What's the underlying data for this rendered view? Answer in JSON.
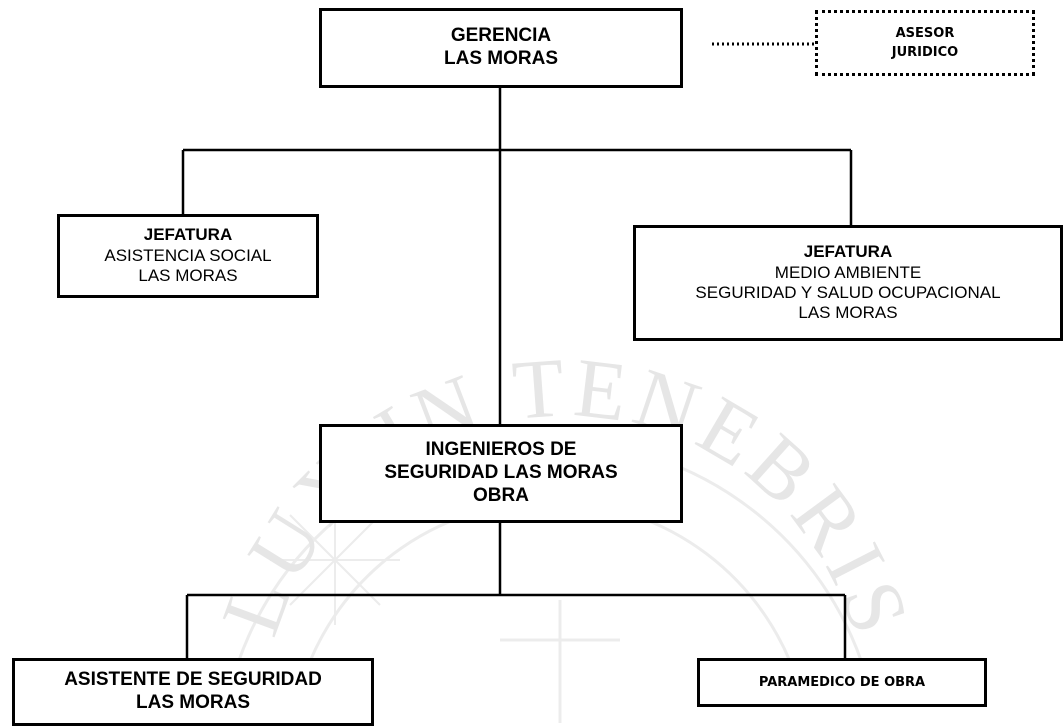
{
  "diagram": {
    "gerencia": {
      "lines": [
        "GERENCIA",
        "LAS MORAS"
      ]
    },
    "asesor": {
      "lines": [
        "ASESOR",
        "JURIDICO"
      ]
    },
    "jefatura_social": {
      "title": "JEFATURA",
      "lines": [
        "ASISTENCIA SOCIAL",
        "LAS MORAS"
      ]
    },
    "jefatura_ambiente": {
      "title": "JEFATURA",
      "lines": [
        "MEDIO AMBIENTE",
        "SEGURIDAD Y SALUD OCUPACIONAL",
        "LAS MORAS"
      ]
    },
    "ingenieros": {
      "lines": [
        "INGENIEROS DE",
        "SEGURIDAD LAS MORAS",
        "OBRA"
      ]
    },
    "asistente": {
      "lines": [
        "ASISTENTE DE SEGURIDAD",
        "LAS MORAS"
      ]
    },
    "paramedico": {
      "label": "PARAMEDICO DE OBRA"
    }
  },
  "watermark": {
    "text": "LUX IN TENEBRIS LUCET",
    "color": "#e6e6e6"
  },
  "colors": {
    "line": "#000000",
    "background": "#ffffff"
  }
}
